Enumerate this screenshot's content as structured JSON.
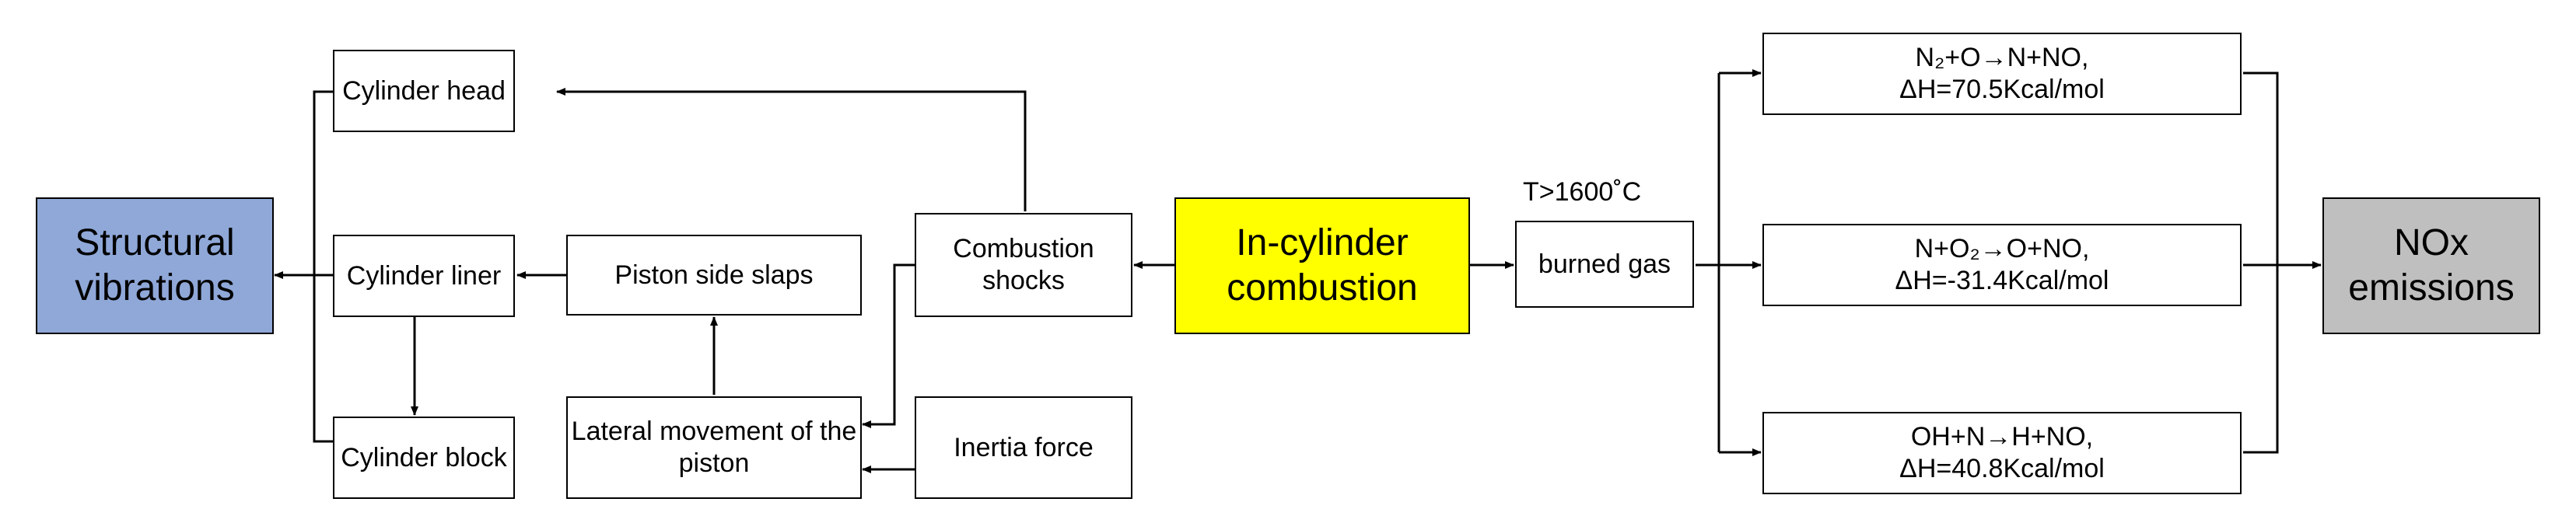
{
  "nodes": {
    "structural_vibrations": "Structural vibrations",
    "cylinder_head": "Cylinder head",
    "cylinder_liner": "Cylinder liner",
    "cylinder_block": "Cylinder block",
    "piston_side_slaps": "Piston side slaps",
    "lateral_movement": "Lateral movement of the piston",
    "combustion_shocks": "Combustion shocks",
    "inertia_force": "Inertia force",
    "in_cylinder_combustion": "In-cylinder combustion",
    "burned_gas": "burned gas",
    "nox_emissions": "NOx emissions"
  },
  "reactions": [
    {
      "equation": "N₂+O→N+NO,",
      "enthalpy": "ΔH=70.5Kcal/mol"
    },
    {
      "equation": "N+O₂→O+NO,",
      "enthalpy": "ΔH=-31.4Kcal/mol"
    },
    {
      "equation": "OH+N→H+NO,",
      "enthalpy": "ΔH=40.8Kcal/mol"
    }
  ],
  "temperature_label": "T>1600˚C"
}
